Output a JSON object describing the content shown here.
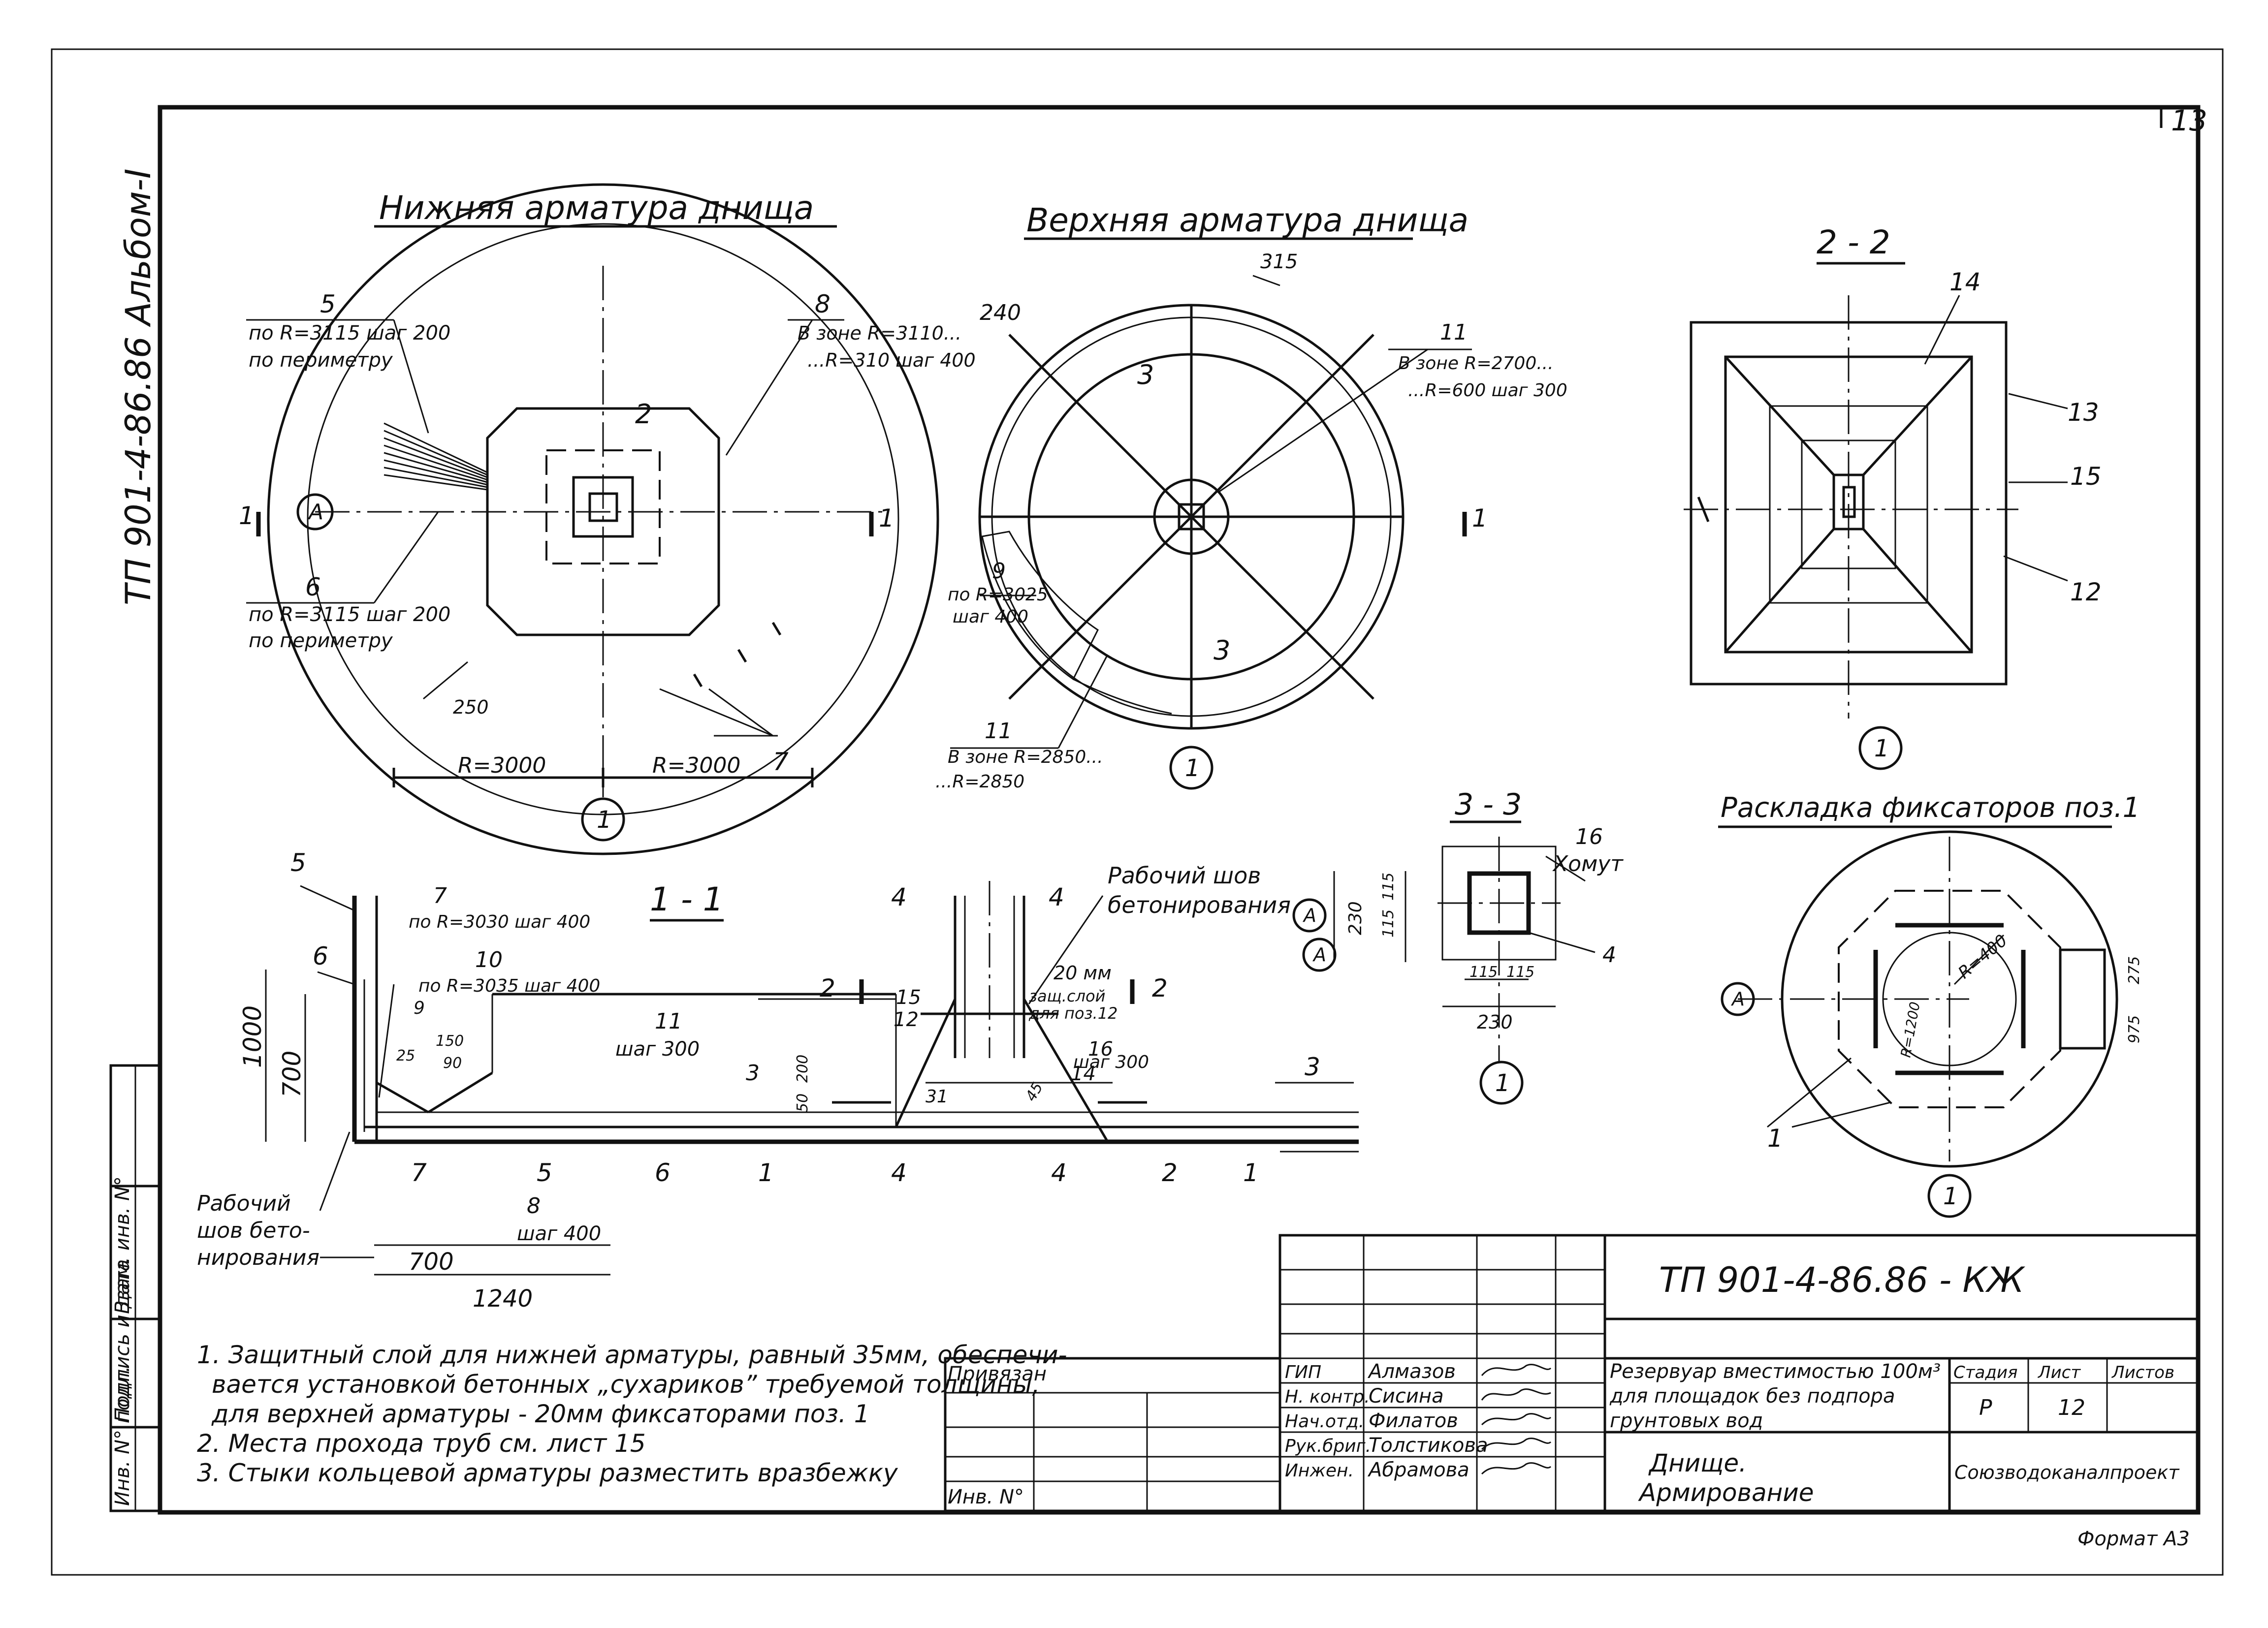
{
  "sheet": {
    "album": "ТП 901-4-86.86 Альбом-I",
    "sheet_num": "13",
    "format": "Формат А3"
  },
  "views": {
    "bottom": {
      "title": "Нижняя арматура днища",
      "labels": {
        "l5_num": "5",
        "l5_t1": "по R=3115 шаг 200",
        "l5_t2": "по периметру",
        "l6_num": "6",
        "l6_t1": "по R=3115 шаг 200",
        "l6_t2": "по периметру",
        "l8_num": "8",
        "l8_t1": "В зоне R=3110...",
        "l8_t2": "...R=310 шаг 400",
        "n2": "2",
        "n7": "7",
        "d250": "250",
        "r1": "R=3000",
        "r2": "R=3000",
        "axisA": "A",
        "axis1": "1",
        "cut_l": "1",
        "cut_r": "1"
      }
    },
    "top": {
      "title": "Верхняя арматура днища",
      "labels": {
        "d240": "240",
        "d315": "315",
        "n3a": "3",
        "n3b": "3",
        "l11a_num": "11",
        "l11a_t1": "В зоне R=2700...",
        "l11a_t2": "...R=600 шаг 300",
        "l9_num": "9",
        "l9_t1": "по R=3025",
        "l9_t2": "шаг 400",
        "l11b_num": "11",
        "l11b_t1": "В зоне R=2850...",
        "l11b_t2": "...R=2850",
        "axis1": "1",
        "cut_r": "1"
      }
    },
    "sec22": {
      "title": "2 - 2",
      "labels": {
        "n14": "14",
        "n13": "13",
        "n15": "15",
        "n12": "12",
        "axis1": "1"
      }
    },
    "sec33": {
      "title": "3 - 3",
      "labels": {
        "n16": "16",
        "homut": "Хомут",
        "n4": "4",
        "d230v": "230",
        "d115a": "115",
        "d115b": "115",
        "d115c": "115",
        "d115d": "115",
        "d230h": "230",
        "axisA": "A",
        "axis1": "1"
      }
    },
    "fix": {
      "title": "Раскладка фиксаторов поз.1",
      "labels": {
        "r400": "R=400",
        "r1200": "R=1200",
        "d275": "275",
        "d975": "975",
        "n1": "1",
        "axisA": "A",
        "axis1": "1"
      }
    },
    "sec11": {
      "title": "1 - 1",
      "labels": {
        "n5": "5",
        "n6": "6",
        "n7a": "7",
        "l7": "по R=3030 шаг 400",
        "n10": "10",
        "l10": "по R=3035 шаг 400",
        "n9": "9",
        "n25": "25",
        "n150": "150",
        "n90": "90",
        "n11": "11",
        "l11": "шаг 300",
        "d1000": "1000",
        "d700v": "700",
        "n7b": "7",
        "n5b": "5",
        "n6b": "6",
        "n8": "8",
        "l8": "шаг 400",
        "d700h": "700",
        "d1240": "1240",
        "n1a": "1",
        "n3": "3",
        "n4a": "4",
        "n4b": "4",
        "n4c": "4",
        "n4d": "4",
        "n2a": "2",
        "n2b": "2",
        "n2c": "2",
        "n1b": "1",
        "n3b": "3",
        "n15": "15",
        "n12": "12",
        "n16": "16",
        "n14": "14",
        "l16": "шаг 300",
        "d200": "200",
        "d50": "50",
        "n31": "31",
        "n45": "45",
        "seam1": "Рабочий шов",
        "seam2": "бетонирования",
        "prot1": "20 мм",
        "prot2": "защ.слой",
        "prot3": "для поз.12",
        "seamL1": "Рабочий",
        "seamL2": "шов бето-",
        "seamL3": "нирования"
      }
    }
  },
  "notes": [
    "1. Защитный слой для нижней арматуры, равный 35мм, обеспечи-",
    "вается установкой бетонных „сухариков” требуемой толщины,",
    "для верхней арматуры - 20мм фиксаторами поз. 1",
    "2. Места прохода труб см. лист 15",
    "3. Стыки кольцевой арматуры разместить вразбежку"
  ],
  "left_strip": [
    "Инв. N° подл.",
    "Подпись и дата",
    "Взам. инв. N°"
  ],
  "title_block": {
    "code": "ТП 901-4-86.86 - КЖ",
    "privyazan": "Привязан",
    "inv": "Инв. N°",
    "roles": [
      "ГИП",
      "Н. контр.",
      "Нач.отд.",
      "Рук.бриг.",
      "Инжен."
    ],
    "names": [
      "Алмазов",
      "Сисина",
      "Филатов",
      "Толстикова",
      "Абрамова"
    ],
    "desc1": "Резервуар вместимостью 100м³",
    "desc2": "для площадок без подпора",
    "desc3": "грунтовых вод",
    "name1": "Днище.",
    "name2": "Армирование",
    "h_stage": "Стадия",
    "h_sheet": "Лист",
    "h_sheets": "Листов",
    "stage": "Р",
    "sheet": "12",
    "org": "Союзводоканалпроект"
  }
}
